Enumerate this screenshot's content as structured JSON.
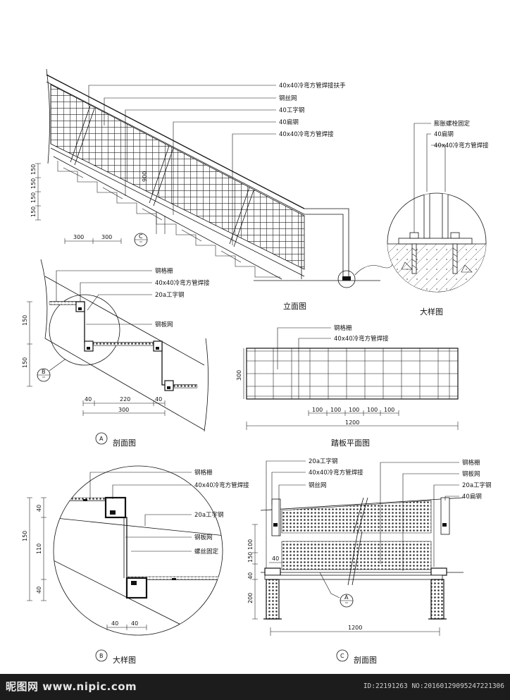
{
  "elevation": {
    "title": "立面图",
    "labels": {
      "handrail": "40x40冷弯方管焊接扶手",
      "wire_mesh": "钢丝网",
      "i_beam": "40工字钢",
      "flat_steel": "40扁钢",
      "square_tube": "40x40冷弯方管焊接"
    },
    "dims": {
      "riser_1": "150",
      "riser_2": "150",
      "riser_3": "150",
      "riser_4": "150",
      "tread_1": "300",
      "tread_2": "300",
      "height": "900"
    },
    "callout": "C"
  },
  "detail_top": {
    "title": "大样图",
    "labels": {
      "bolt": "膨胀螺栓固定",
      "flat_steel": "40扁钢",
      "square_tube": "40x40冷弯方管焊接"
    }
  },
  "section_a": {
    "title": "剖面图",
    "marker": "A",
    "callout": "B",
    "labels": {
      "grating": "钢格栅",
      "square_tube": "40x40冷弯方管焊接",
      "i_beam": "20a工字钢",
      "plate_mesh": "钢板网"
    },
    "dims": {
      "v1": "150",
      "v2": "150",
      "h1": "40",
      "h2": "220",
      "h3": "40",
      "total": "300"
    }
  },
  "tread_plan": {
    "title": "踏板平面图",
    "labels": {
      "grating": "钢格栅",
      "square_tube": "40x40冷弯方管焊接"
    },
    "dims": {
      "depth": "300",
      "s1": "100",
      "s2": "100",
      "s3": "100",
      "s4": "100",
      "s5": "100",
      "total": "1200"
    }
  },
  "detail_b": {
    "title": "大样图",
    "marker": "B",
    "labels": {
      "grating": "钢格栅",
      "square_tube": "40x40冷弯方管焊接",
      "i_beam": "20a工字钢",
      "plate_mesh": "钢板网",
      "screw": "螺丝固定"
    },
    "dims": {
      "v_top": "40",
      "v_mid": "110",
      "v_bot": "40",
      "v_total": "150",
      "h1": "40",
      "h2": "40"
    }
  },
  "section_c": {
    "title": "剖面图",
    "marker": "C",
    "callout": "A",
    "labels": {
      "i_beam_l": "20a工字钢",
      "square_tube": "40x40冷弯方管焊接",
      "wire_mesh": "钢丝网",
      "grating": "钢格栅",
      "plate_mesh": "钢板网",
      "i_beam_r": "20a工字钢",
      "flat_steel": "40扁钢"
    },
    "dims": {
      "v1": "100",
      "v2": "150",
      "v3": "40",
      "v4": "200",
      "h1": "40",
      "total": "1200"
    }
  },
  "footer": {
    "watermark": "昵图网 www.nipic.com",
    "id_text": "ID:22191263 NO:20160129095247221306"
  }
}
